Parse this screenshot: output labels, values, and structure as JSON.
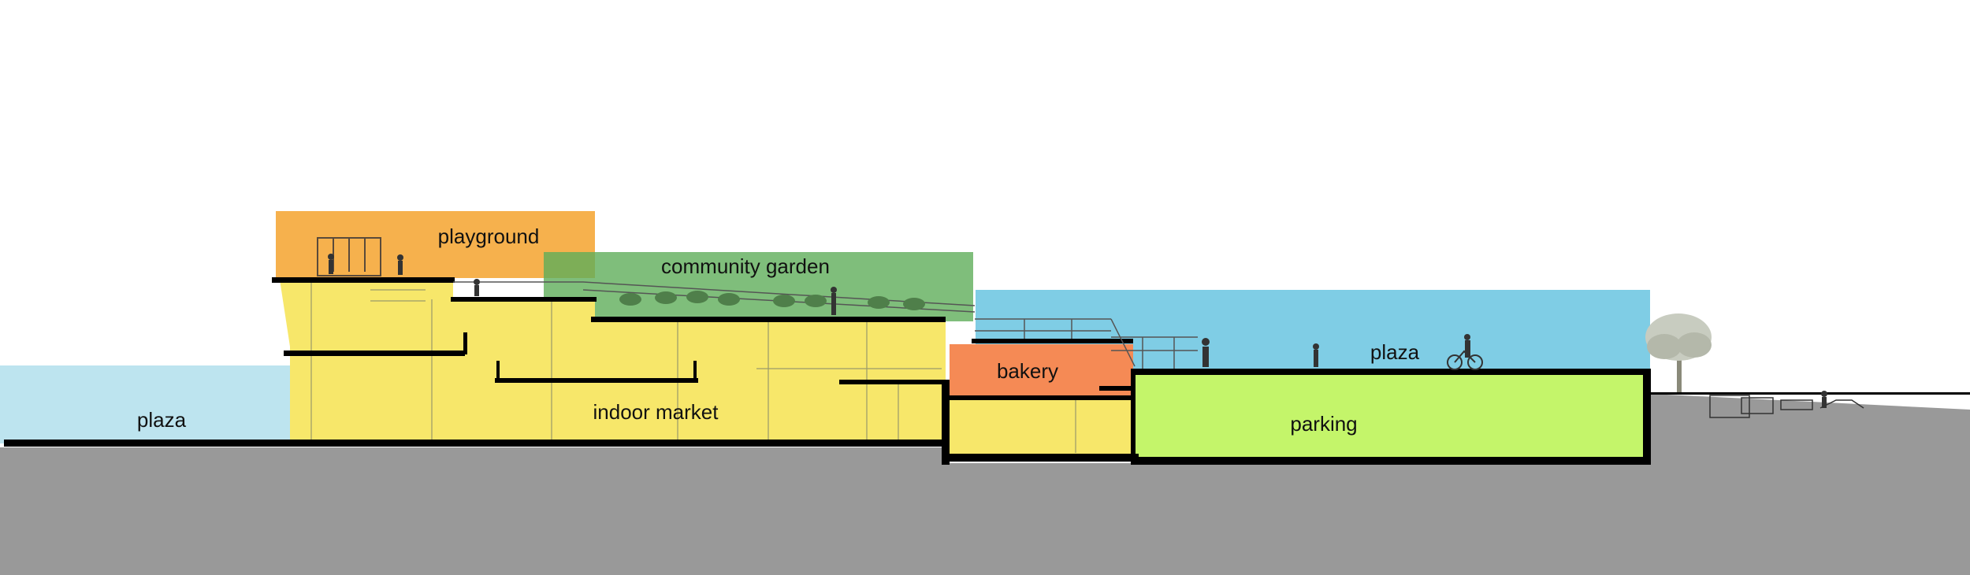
{
  "labels": {
    "playground": "playground",
    "community_garden": "community garden",
    "bakery": "bakery",
    "plaza_upper": "plaza",
    "plaza_lower": "plaza",
    "indoor_market": "indoor market",
    "parking": "parking"
  },
  "colors": {
    "playground": "#f5a83a",
    "community_garden": "#5fae5a",
    "bakery": "#f58a55",
    "plaza_upper": "#7fcde5",
    "plaza_lower": "#bde4ef",
    "indoor_market": "#f7e76a",
    "parking": "#c4f56a",
    "ground": "#999999",
    "structure": "#000000"
  }
}
